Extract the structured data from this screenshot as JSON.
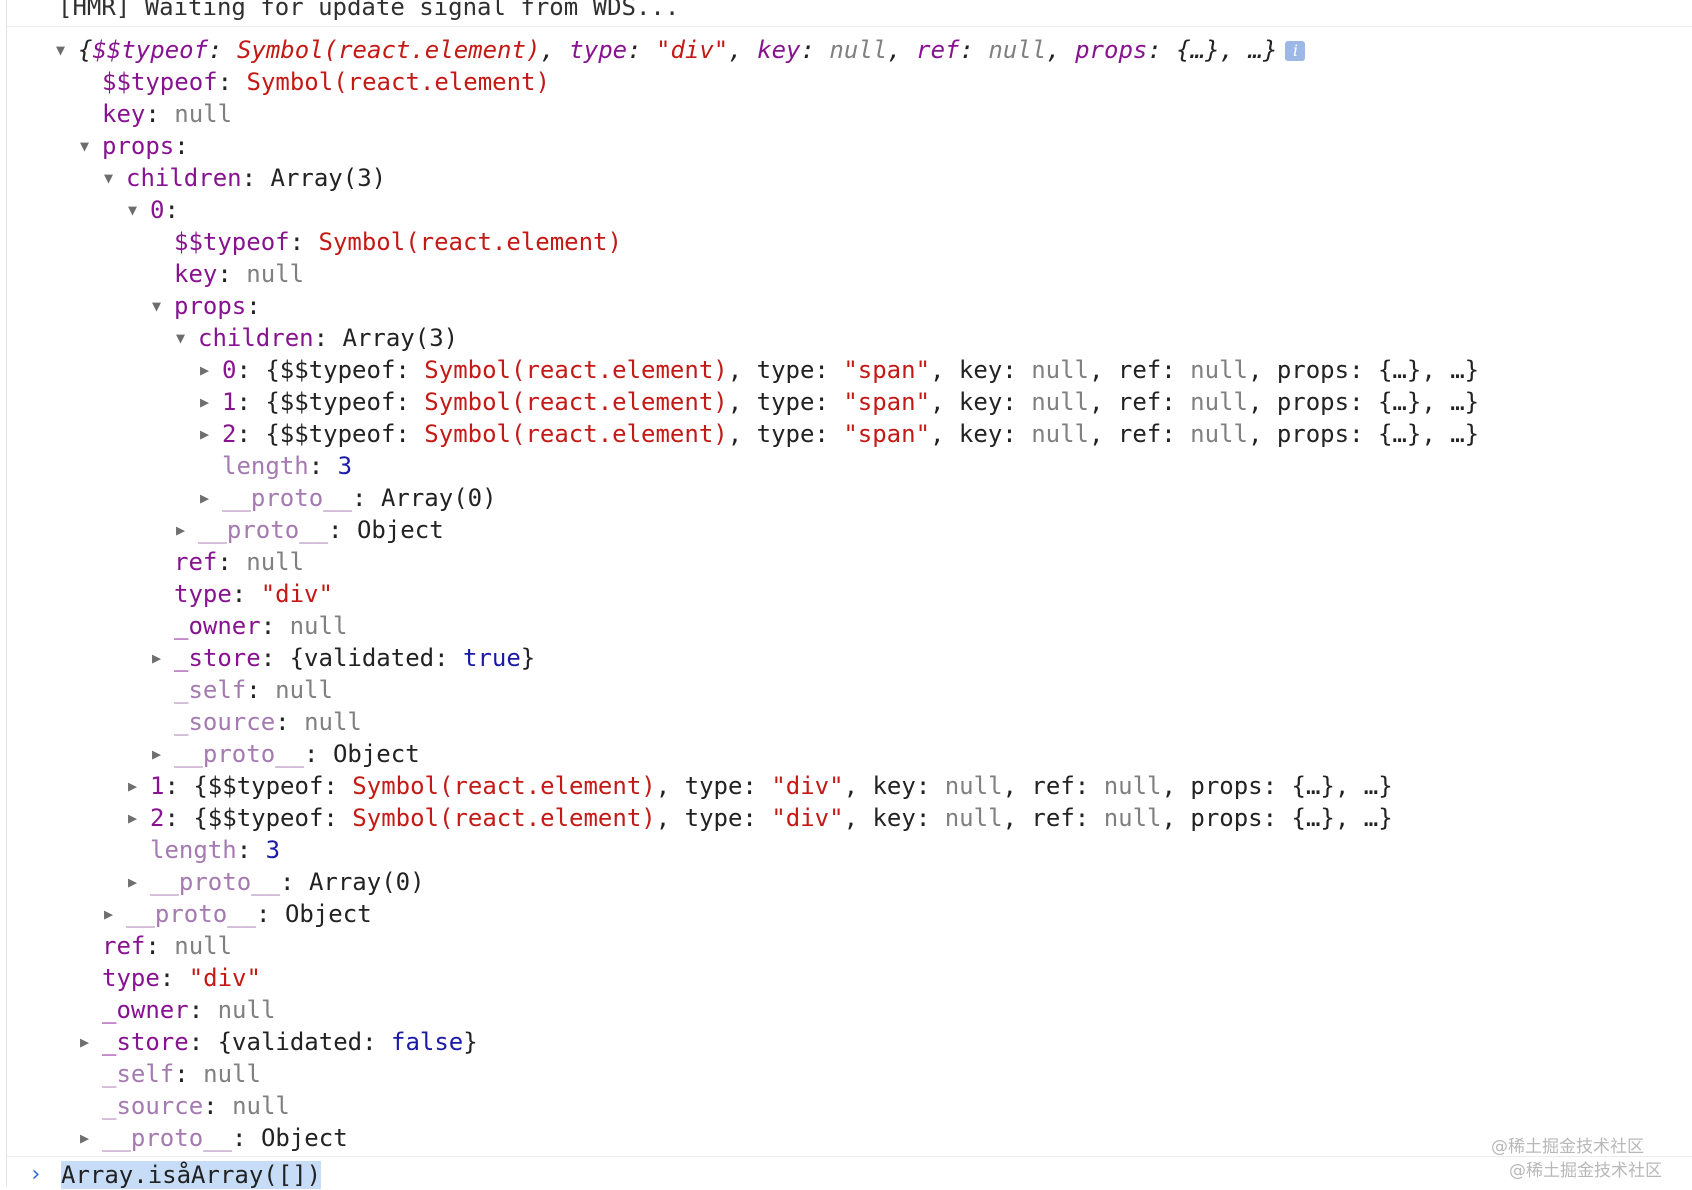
{
  "console": {
    "top_message": "[HMR] Waiting for update signal from WDS...",
    "prompt_input": "Array.isåArray([])",
    "watermark_1": "@稀土掘金技术社区",
    "watermark_2": "@稀土掘金技术社区",
    "rows": [
      {
        "indent": 0,
        "arrow": "open",
        "italic": true,
        "info": true,
        "tokens": [
          {
            "t": "{",
            "c": "p"
          },
          {
            "t": "$$typeof",
            "c": "k"
          },
          {
            "t": ": ",
            "c": "p"
          },
          {
            "t": "Symbol(react.element)",
            "c": "sym"
          },
          {
            "t": ", ",
            "c": "p"
          },
          {
            "t": "type",
            "c": "k"
          },
          {
            "t": ": ",
            "c": "p"
          },
          {
            "t": "\"div\"",
            "c": "str"
          },
          {
            "t": ", ",
            "c": "p"
          },
          {
            "t": "key",
            "c": "k"
          },
          {
            "t": ": ",
            "c": "p"
          },
          {
            "t": "null",
            "c": "nul"
          },
          {
            "t": ", ",
            "c": "p"
          },
          {
            "t": "ref",
            "c": "k"
          },
          {
            "t": ": ",
            "c": "p"
          },
          {
            "t": "null",
            "c": "nul"
          },
          {
            "t": ", ",
            "c": "p"
          },
          {
            "t": "props",
            "c": "k"
          },
          {
            "t": ": ",
            "c": "p"
          },
          {
            "t": "{…}, …}",
            "c": "p"
          }
        ]
      },
      {
        "indent": 1,
        "arrow": "none",
        "tokens": [
          {
            "t": "$$typeof",
            "c": "k"
          },
          {
            "t": ": ",
            "c": "p"
          },
          {
            "t": "Symbol(react.element)",
            "c": "sym"
          }
        ]
      },
      {
        "indent": 1,
        "arrow": "none",
        "tokens": [
          {
            "t": "key",
            "c": "k"
          },
          {
            "t": ": ",
            "c": "p"
          },
          {
            "t": "null",
            "c": "nul"
          }
        ]
      },
      {
        "indent": 1,
        "arrow": "open",
        "tokens": [
          {
            "t": "props",
            "c": "k"
          },
          {
            "t": ":",
            "c": "p"
          }
        ]
      },
      {
        "indent": 2,
        "arrow": "open",
        "tokens": [
          {
            "t": "children",
            "c": "k"
          },
          {
            "t": ": Array(3)",
            "c": "p"
          }
        ]
      },
      {
        "indent": 3,
        "arrow": "open",
        "tokens": [
          {
            "t": "0",
            "c": "k"
          },
          {
            "t": ":",
            "c": "p"
          }
        ]
      },
      {
        "indent": 4,
        "arrow": "none",
        "tokens": [
          {
            "t": "$$typeof",
            "c": "k"
          },
          {
            "t": ": ",
            "c": "p"
          },
          {
            "t": "Symbol(react.element)",
            "c": "sym"
          }
        ]
      },
      {
        "indent": 4,
        "arrow": "none",
        "tokens": [
          {
            "t": "key",
            "c": "k"
          },
          {
            "t": ": ",
            "c": "p"
          },
          {
            "t": "null",
            "c": "nul"
          }
        ]
      },
      {
        "indent": 4,
        "arrow": "open",
        "tokens": [
          {
            "t": "props",
            "c": "k"
          },
          {
            "t": ":",
            "c": "p"
          }
        ]
      },
      {
        "indent": 5,
        "arrow": "open",
        "tokens": [
          {
            "t": "children",
            "c": "k"
          },
          {
            "t": ": Array(3)",
            "c": "p"
          }
        ]
      },
      {
        "indent": 6,
        "arrow": "closed",
        "tokens": [
          {
            "t": "0",
            "c": "k"
          },
          {
            "t": ": {$$typeof: ",
            "c": "p"
          },
          {
            "t": "Symbol(react.element)",
            "c": "sym"
          },
          {
            "t": ", type: ",
            "c": "p"
          },
          {
            "t": "\"span\"",
            "c": "str"
          },
          {
            "t": ", key: ",
            "c": "p"
          },
          {
            "t": "null",
            "c": "nul"
          },
          {
            "t": ", ref: ",
            "c": "p"
          },
          {
            "t": "null",
            "c": "nul"
          },
          {
            "t": ", props: {…}, …}",
            "c": "p"
          }
        ]
      },
      {
        "indent": 6,
        "arrow": "closed",
        "tokens": [
          {
            "t": "1",
            "c": "k"
          },
          {
            "t": ": {$$typeof: ",
            "c": "p"
          },
          {
            "t": "Symbol(react.element)",
            "c": "sym"
          },
          {
            "t": ", type: ",
            "c": "p"
          },
          {
            "t": "\"span\"",
            "c": "str"
          },
          {
            "t": ", key: ",
            "c": "p"
          },
          {
            "t": "null",
            "c": "nul"
          },
          {
            "t": ", ref: ",
            "c": "p"
          },
          {
            "t": "null",
            "c": "nul"
          },
          {
            "t": ", props: {…}, …}",
            "c": "p"
          }
        ]
      },
      {
        "indent": 6,
        "arrow": "closed",
        "tokens": [
          {
            "t": "2",
            "c": "k"
          },
          {
            "t": ": {$$typeof: ",
            "c": "p"
          },
          {
            "t": "Symbol(react.element)",
            "c": "sym"
          },
          {
            "t": ", type: ",
            "c": "p"
          },
          {
            "t": "\"span\"",
            "c": "str"
          },
          {
            "t": ", key: ",
            "c": "p"
          },
          {
            "t": "null",
            "c": "nul"
          },
          {
            "t": ", ref: ",
            "c": "p"
          },
          {
            "t": "null",
            "c": "nul"
          },
          {
            "t": ", props: {…}, …}",
            "c": "p"
          }
        ]
      },
      {
        "indent": 6,
        "arrow": "none",
        "tokens": [
          {
            "t": "length",
            "c": "kd"
          },
          {
            "t": ": ",
            "c": "p"
          },
          {
            "t": "3",
            "c": "num"
          }
        ]
      },
      {
        "indent": 6,
        "arrow": "closed",
        "tokens": [
          {
            "t": "__proto__",
            "c": "kd"
          },
          {
            "t": ": Array(0)",
            "c": "p"
          }
        ]
      },
      {
        "indent": 5,
        "arrow": "closed",
        "tokens": [
          {
            "t": "__proto__",
            "c": "kd"
          },
          {
            "t": ": Object",
            "c": "p"
          }
        ]
      },
      {
        "indent": 4,
        "arrow": "none",
        "tokens": [
          {
            "t": "ref",
            "c": "k"
          },
          {
            "t": ": ",
            "c": "p"
          },
          {
            "t": "null",
            "c": "nul"
          }
        ]
      },
      {
        "indent": 4,
        "arrow": "none",
        "tokens": [
          {
            "t": "type",
            "c": "k"
          },
          {
            "t": ": ",
            "c": "p"
          },
          {
            "t": "\"div\"",
            "c": "str"
          }
        ]
      },
      {
        "indent": 4,
        "arrow": "none",
        "tokens": [
          {
            "t": "_owner",
            "c": "k"
          },
          {
            "t": ": ",
            "c": "p"
          },
          {
            "t": "null",
            "c": "nul"
          }
        ]
      },
      {
        "indent": 4,
        "arrow": "closed",
        "tokens": [
          {
            "t": "_store",
            "c": "k"
          },
          {
            "t": ": {validated: ",
            "c": "p"
          },
          {
            "t": "true",
            "c": "bool"
          },
          {
            "t": "}",
            "c": "p"
          }
        ]
      },
      {
        "indent": 4,
        "arrow": "none",
        "tokens": [
          {
            "t": "_self",
            "c": "kd"
          },
          {
            "t": ": ",
            "c": "p"
          },
          {
            "t": "null",
            "c": "nul"
          }
        ]
      },
      {
        "indent": 4,
        "arrow": "none",
        "tokens": [
          {
            "t": "_source",
            "c": "kd"
          },
          {
            "t": ": ",
            "c": "p"
          },
          {
            "t": "null",
            "c": "nul"
          }
        ]
      },
      {
        "indent": 4,
        "arrow": "closed",
        "tokens": [
          {
            "t": "__proto__",
            "c": "kd"
          },
          {
            "t": ": Object",
            "c": "p"
          }
        ]
      },
      {
        "indent": 3,
        "arrow": "closed",
        "tokens": [
          {
            "t": "1",
            "c": "k"
          },
          {
            "t": ": {$$typeof: ",
            "c": "p"
          },
          {
            "t": "Symbol(react.element)",
            "c": "sym"
          },
          {
            "t": ", type: ",
            "c": "p"
          },
          {
            "t": "\"div\"",
            "c": "str"
          },
          {
            "t": ", key: ",
            "c": "p"
          },
          {
            "t": "null",
            "c": "nul"
          },
          {
            "t": ", ref: ",
            "c": "p"
          },
          {
            "t": "null",
            "c": "nul"
          },
          {
            "t": ", props: {…}, …}",
            "c": "p"
          }
        ]
      },
      {
        "indent": 3,
        "arrow": "closed",
        "tokens": [
          {
            "t": "2",
            "c": "k"
          },
          {
            "t": ": {$$typeof: ",
            "c": "p"
          },
          {
            "t": "Symbol(react.element)",
            "c": "sym"
          },
          {
            "t": ", type: ",
            "c": "p"
          },
          {
            "t": "\"div\"",
            "c": "str"
          },
          {
            "t": ", key: ",
            "c": "p"
          },
          {
            "t": "null",
            "c": "nul"
          },
          {
            "t": ", ref: ",
            "c": "p"
          },
          {
            "t": "null",
            "c": "nul"
          },
          {
            "t": ", props: {…}, …}",
            "c": "p"
          }
        ]
      },
      {
        "indent": 3,
        "arrow": "none",
        "tokens": [
          {
            "t": "length",
            "c": "kd"
          },
          {
            "t": ": ",
            "c": "p"
          },
          {
            "t": "3",
            "c": "num"
          }
        ]
      },
      {
        "indent": 3,
        "arrow": "closed",
        "tokens": [
          {
            "t": "__proto__",
            "c": "kd"
          },
          {
            "t": ": Array(0)",
            "c": "p"
          }
        ]
      },
      {
        "indent": 2,
        "arrow": "closed",
        "tokens": [
          {
            "t": "__proto__",
            "c": "kd"
          },
          {
            "t": ": Object",
            "c": "p"
          }
        ]
      },
      {
        "indent": 1,
        "arrow": "none",
        "tokens": [
          {
            "t": "ref",
            "c": "k"
          },
          {
            "t": ": ",
            "c": "p"
          },
          {
            "t": "null",
            "c": "nul"
          }
        ]
      },
      {
        "indent": 1,
        "arrow": "none",
        "tokens": [
          {
            "t": "type",
            "c": "k"
          },
          {
            "t": ": ",
            "c": "p"
          },
          {
            "t": "\"div\"",
            "c": "str"
          }
        ]
      },
      {
        "indent": 1,
        "arrow": "none",
        "tokens": [
          {
            "t": "_owner",
            "c": "k"
          },
          {
            "t": ": ",
            "c": "p"
          },
          {
            "t": "null",
            "c": "nul"
          }
        ]
      },
      {
        "indent": 1,
        "arrow": "closed",
        "tokens": [
          {
            "t": "_store",
            "c": "k"
          },
          {
            "t": ": {validated: ",
            "c": "p"
          },
          {
            "t": "false",
            "c": "bool"
          },
          {
            "t": "}",
            "c": "p"
          }
        ]
      },
      {
        "indent": 1,
        "arrow": "none",
        "tokens": [
          {
            "t": "_self",
            "c": "kd"
          },
          {
            "t": ": ",
            "c": "p"
          },
          {
            "t": "null",
            "c": "nul"
          }
        ]
      },
      {
        "indent": 1,
        "arrow": "none",
        "tokens": [
          {
            "t": "_source",
            "c": "kd"
          },
          {
            "t": ": ",
            "c": "p"
          },
          {
            "t": "null",
            "c": "nul"
          }
        ]
      },
      {
        "indent": 1,
        "arrow": "closed",
        "tokens": [
          {
            "t": "__proto__",
            "c": "kd"
          },
          {
            "t": ": Object",
            "c": "p"
          }
        ]
      }
    ]
  }
}
